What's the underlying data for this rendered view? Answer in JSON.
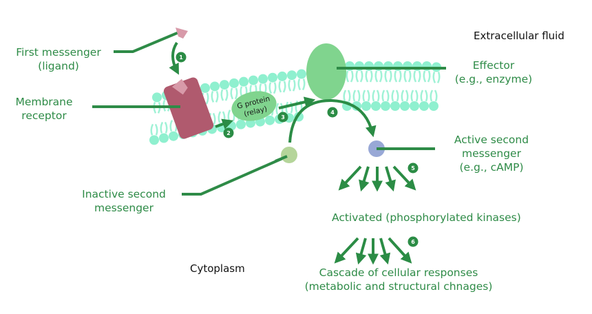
{
  "regions": {
    "extracellular": "Extracellular fluid",
    "cytoplasm": "Cytoplasm"
  },
  "labels": {
    "first_messenger": [
      "First messenger",
      "(ligand)"
    ],
    "membrane_receptor": [
      "Membrane",
      "receptor"
    ],
    "effector": [
      "Effector",
      "(e.g., enzyme)"
    ],
    "active_second_messenger": [
      "Active second",
      "messenger",
      "(e.g., cAMP)"
    ],
    "inactive_second_messenger": [
      "Inactive second",
      "messenger"
    ],
    "activated_kinases": "Activated (phosphorylated kinases)",
    "cascade": [
      "Cascade of cellular responses",
      "(metabolic and structural chnages)"
    ]
  },
  "g_protein": [
    "G protein",
    "(relay)"
  ],
  "steps": [
    "1",
    "2",
    "3",
    "4",
    "5",
    "6"
  ],
  "colors": {
    "label_green": "#2e8b47",
    "arrow_green": "#2b8c45",
    "membrane_head": "#8ff0cf",
    "receptor": "#b05a6e",
    "ligand": "#d89aa9",
    "g_protein": "#80d48e",
    "effector": "#80d48e",
    "inactive_messenger": "#b5d59a",
    "active_messenger": "#98a8d6"
  }
}
